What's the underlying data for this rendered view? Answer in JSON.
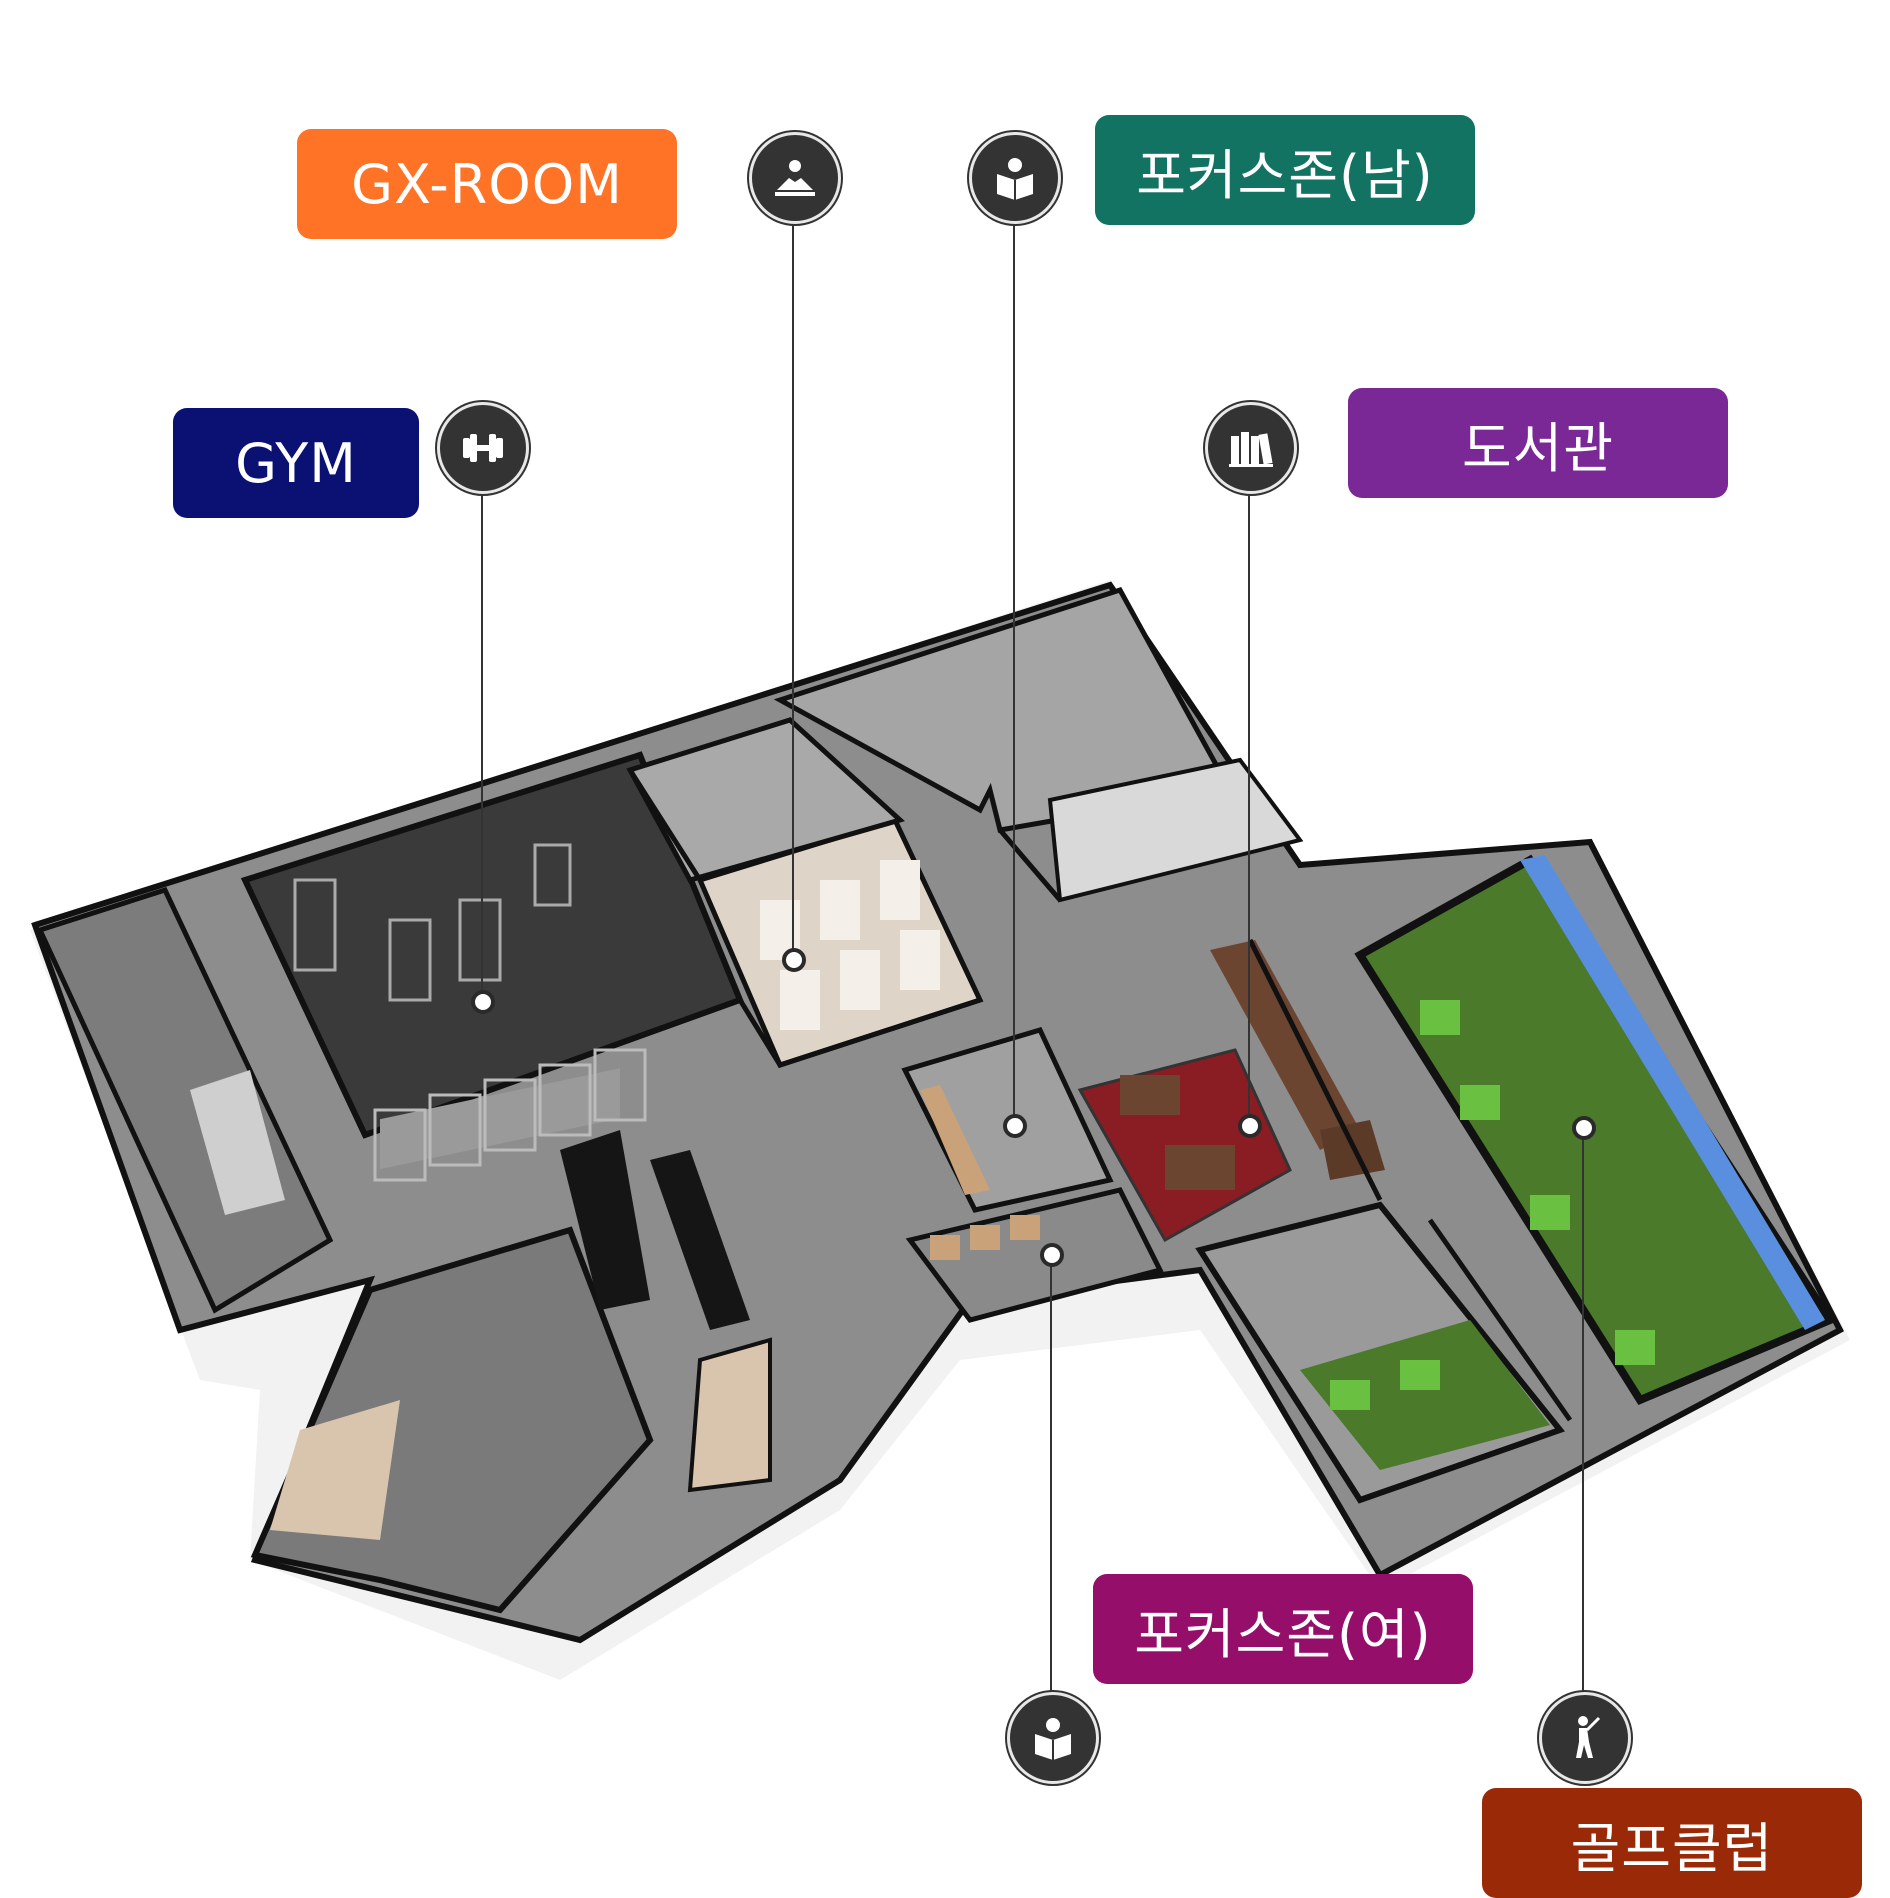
{
  "labels": {
    "gx_room": "GX-ROOM",
    "gym": "GYM",
    "focus_male": "포커스존(남)",
    "library": "도서관",
    "focus_female": "포커스존(여)",
    "golf_club": "골프클럽"
  },
  "colors": {
    "gx_room": "#FF7326",
    "gym": "#0A1172",
    "focus_male": "#127363",
    "library": "#7A2896",
    "focus_female": "#950F6A",
    "golf_club": "#9A2A07",
    "pin": "#333333",
    "floor_dark": "#3d3d3d",
    "floor_grey": "#9a9a9a",
    "wall": "#111111",
    "golf_green": "#4a7a2a",
    "carpet_red": "#8a1c24",
    "wood": "#6b4530"
  },
  "icons": {
    "gx_room": "yoga-icon",
    "focus_male": "reading-icon",
    "gym": "dumbbell-icon",
    "library": "books-icon",
    "focus_female": "reading-icon",
    "golf_club": "golfer-icon"
  }
}
